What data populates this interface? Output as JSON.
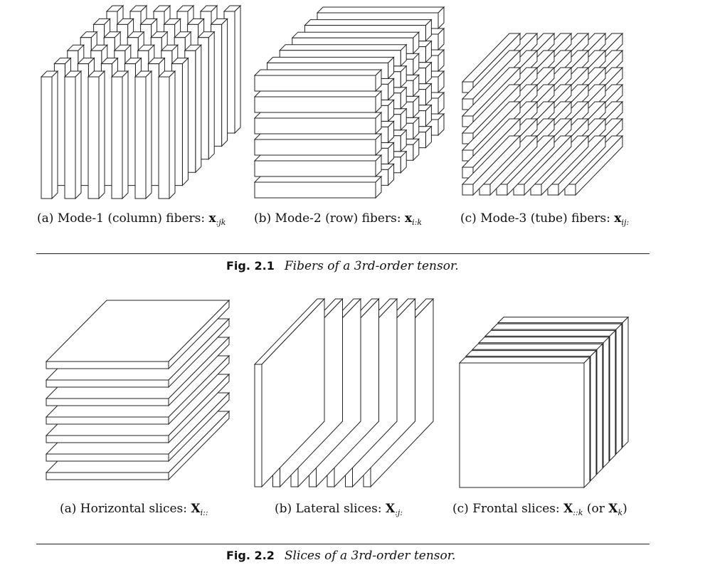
{
  "figure1": {
    "panels": [
      {
        "prefix": "(a) Mode-1 (column) fibers:",
        "symbol": "x",
        "subscript": ":jk"
      },
      {
        "prefix": "(b) Mode-2 (row) fibers:",
        "symbol": "x",
        "subscript": "i:k"
      },
      {
        "prefix": "(c) Mode-3 (tube) fibers:",
        "symbol": "x",
        "subscript": "ij:"
      }
    ],
    "label": "Fig. 2.1",
    "caption": "Fibers of a 3rd-order tensor."
  },
  "figure2": {
    "panels": [
      {
        "prefix": "(a) Horizontal slices:",
        "symbol": "X",
        "subscript": "i::",
        "suffix": ""
      },
      {
        "prefix": "(b) Lateral slices:",
        "symbol": "X",
        "subscript": ":j:",
        "suffix": ""
      },
      {
        "prefix": "(c) Frontal slices:",
        "symbol": "X",
        "subscript": "::k",
        "suffix": " (or ",
        "symbol2": "X",
        "subscript2": "k",
        "suffix2": ")"
      }
    ],
    "label": "Fig. 2.2",
    "caption": "Slices of a 3rd-order tensor."
  }
}
